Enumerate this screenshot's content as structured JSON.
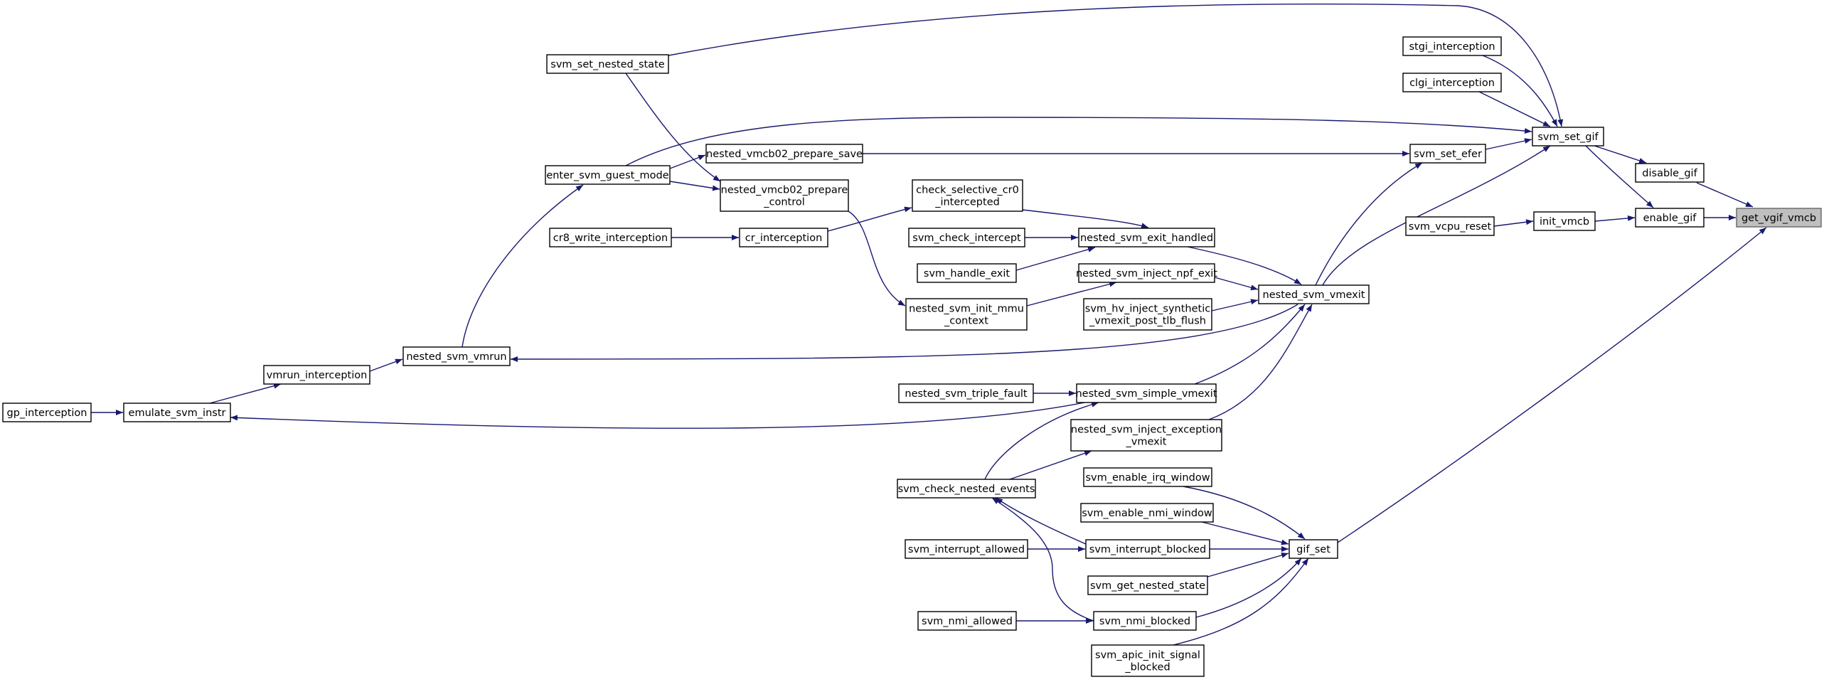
{
  "root": "get_vgif_vmcb",
  "nodes": [
    {
      "id": "get_vgif_vmcb",
      "lines": [
        "get_vgif_vmcb"
      ]
    },
    {
      "id": "disable_gif",
      "lines": [
        "disable_gif"
      ]
    },
    {
      "id": "enable_gif",
      "lines": [
        "enable_gif"
      ]
    },
    {
      "id": "gif_set",
      "lines": [
        "gif_set"
      ]
    },
    {
      "id": "svm_set_gif",
      "lines": [
        "svm_set_gif"
      ]
    },
    {
      "id": "init_vmcb",
      "lines": [
        "init_vmcb"
      ]
    },
    {
      "id": "svm_vcpu_reset",
      "lines": [
        "svm_vcpu_reset"
      ]
    },
    {
      "id": "stgi_interception",
      "lines": [
        "stgi_interception"
      ]
    },
    {
      "id": "clgi_interception",
      "lines": [
        "clgi_interception"
      ]
    },
    {
      "id": "svm_set_efer",
      "lines": [
        "svm_set_efer"
      ]
    },
    {
      "id": "svm_set_nested_state",
      "lines": [
        "svm_set_nested_state"
      ]
    },
    {
      "id": "enter_svm_guest_mode",
      "lines": [
        "enter_svm_guest_mode"
      ]
    },
    {
      "id": "nested_vmcb02_prepare_save",
      "lines": [
        "nested_vmcb02_prepare_save"
      ]
    },
    {
      "id": "nested_vmcb02_prepare_control",
      "lines": [
        "nested_vmcb02_prepare",
        "_control"
      ]
    },
    {
      "id": "nested_svm_vmexit",
      "lines": [
        "nested_svm_vmexit"
      ]
    },
    {
      "id": "nested_svm_exit_handled",
      "lines": [
        "nested_svm_exit_handled"
      ]
    },
    {
      "id": "nested_svm_inject_npf_exit",
      "lines": [
        "nested_svm_inject_npf_exit"
      ]
    },
    {
      "id": "svm_hv_inject_synthetic_vmexit_post_tlb_flush",
      "lines": [
        "svm_hv_inject_synthetic",
        "_vmexit_post_tlb_flush"
      ]
    },
    {
      "id": "nested_svm_simple_vmexit",
      "lines": [
        "nested_svm_simple_vmexit"
      ]
    },
    {
      "id": "nested_svm_inject_exception_vmexit",
      "lines": [
        "nested_svm_inject_exception",
        "_vmexit"
      ]
    },
    {
      "id": "check_selective_cr0_intercepted",
      "lines": [
        "check_selective_cr0",
        "_intercepted"
      ]
    },
    {
      "id": "svm_check_intercept",
      "lines": [
        "svm_check_intercept"
      ]
    },
    {
      "id": "svm_handle_exit",
      "lines": [
        "svm_handle_exit"
      ]
    },
    {
      "id": "nested_svm_init_mmu_context",
      "lines": [
        "nested_svm_init_mmu",
        "_context"
      ]
    },
    {
      "id": "cr_interception",
      "lines": [
        "cr_interception"
      ]
    },
    {
      "id": "cr8_write_interception",
      "lines": [
        "cr8_write_interception"
      ]
    },
    {
      "id": "nested_svm_vmrun",
      "lines": [
        "nested_svm_vmrun"
      ]
    },
    {
      "id": "vmrun_interception",
      "lines": [
        "vmrun_interception"
      ]
    },
    {
      "id": "emulate_svm_instr",
      "lines": [
        "emulate_svm_instr"
      ]
    },
    {
      "id": "gp_interception",
      "lines": [
        "gp_interception"
      ]
    },
    {
      "id": "nested_svm_triple_fault",
      "lines": [
        "nested_svm_triple_fault"
      ]
    },
    {
      "id": "svm_check_nested_events",
      "lines": [
        "svm_check_nested_events"
      ]
    },
    {
      "id": "svm_enable_irq_window",
      "lines": [
        "svm_enable_irq_window"
      ]
    },
    {
      "id": "svm_enable_nmi_window",
      "lines": [
        "svm_enable_nmi_window"
      ]
    },
    {
      "id": "svm_interrupt_blocked",
      "lines": [
        "svm_interrupt_blocked"
      ]
    },
    {
      "id": "svm_interrupt_allowed",
      "lines": [
        "svm_interrupt_allowed"
      ]
    },
    {
      "id": "svm_get_nested_state",
      "lines": [
        "svm_get_nested_state"
      ]
    },
    {
      "id": "svm_nmi_blocked",
      "lines": [
        "svm_nmi_blocked"
      ]
    },
    {
      "id": "svm_nmi_allowed",
      "lines": [
        "svm_nmi_allowed"
      ]
    },
    {
      "id": "svm_apic_init_signal_blocked",
      "lines": [
        "svm_apic_init_signal",
        "_blocked"
      ]
    }
  ],
  "edges": [
    {
      "from": "disable_gif",
      "to": "get_vgif_vmcb"
    },
    {
      "from": "enable_gif",
      "to": "get_vgif_vmcb"
    },
    {
      "from": "gif_set",
      "to": "get_vgif_vmcb"
    },
    {
      "from": "svm_set_gif",
      "to": "disable_gif"
    },
    {
      "from": "svm_set_gif",
      "to": "enable_gif"
    },
    {
      "from": "init_vmcb",
      "to": "enable_gif"
    },
    {
      "from": "svm_vcpu_reset",
      "to": "init_vmcb"
    },
    {
      "from": "svm_set_nested_state",
      "to": "svm_set_gif"
    },
    {
      "from": "stgi_interception",
      "to": "svm_set_gif"
    },
    {
      "from": "clgi_interception",
      "to": "svm_set_gif"
    },
    {
      "from": "enter_svm_guest_mode",
      "to": "svm_set_gif"
    },
    {
      "from": "svm_set_efer",
      "to": "svm_set_gif"
    },
    {
      "from": "nested_svm_vmexit",
      "to": "svm_set_gif"
    },
    {
      "from": "nested_vmcb02_prepare_save",
      "to": "svm_set_efer"
    },
    {
      "from": "nested_svm_vmexit",
      "to": "svm_set_efer"
    },
    {
      "from": "svm_set_nested_state",
      "to": "nested_vmcb02_prepare_control"
    },
    {
      "from": "enter_svm_guest_mode",
      "to": "nested_vmcb02_prepare_save"
    },
    {
      "from": "enter_svm_guest_mode",
      "to": "nested_vmcb02_prepare_control"
    },
    {
      "from": "nested_vmcb02_prepare_control",
      "to": "nested_svm_init_mmu_context"
    },
    {
      "from": "nested_svm_vmrun",
      "to": "enter_svm_guest_mode"
    },
    {
      "from": "nested_svm_exit_handled",
      "to": "nested_svm_vmexit"
    },
    {
      "from": "nested_svm_inject_npf_exit",
      "to": "nested_svm_vmexit"
    },
    {
      "from": "svm_hv_inject_synthetic_vmexit_post_tlb_flush",
      "to": "nested_svm_vmexit"
    },
    {
      "from": "nested_svm_simple_vmexit",
      "to": "nested_svm_vmexit"
    },
    {
      "from": "nested_svm_inject_exception_vmexit",
      "to": "nested_svm_vmexit"
    },
    {
      "from": "nested_svm_vmexit",
      "to": "nested_svm_vmrun"
    },
    {
      "from": "check_selective_cr0_intercepted",
      "to": "nested_svm_exit_handled"
    },
    {
      "from": "svm_check_intercept",
      "to": "nested_svm_exit_handled"
    },
    {
      "from": "svm_handle_exit",
      "to": "nested_svm_exit_handled"
    },
    {
      "from": "nested_svm_init_mmu_context",
      "to": "nested_svm_inject_npf_exit"
    },
    {
      "from": "cr_interception",
      "to": "check_selective_cr0_intercepted"
    },
    {
      "from": "cr8_write_interception",
      "to": "cr_interception"
    },
    {
      "from": "vmrun_interception",
      "to": "nested_svm_vmrun"
    },
    {
      "from": "emulate_svm_instr",
      "to": "vmrun_interception"
    },
    {
      "from": "gp_interception",
      "to": "emulate_svm_instr"
    },
    {
      "from": "nested_svm_simple_vmexit",
      "to": "emulate_svm_instr"
    },
    {
      "from": "nested_svm_triple_fault",
      "to": "nested_svm_simple_vmexit"
    },
    {
      "from": "svm_check_nested_events",
      "to": "nested_svm_simple_vmexit"
    },
    {
      "from": "svm_check_nested_events",
      "to": "nested_svm_inject_exception_vmexit"
    },
    {
      "from": "svm_enable_irq_window",
      "to": "gif_set"
    },
    {
      "from": "svm_enable_nmi_window",
      "to": "gif_set"
    },
    {
      "from": "svm_interrupt_blocked",
      "to": "gif_set"
    },
    {
      "from": "svm_get_nested_state",
      "to": "gif_set"
    },
    {
      "from": "svm_nmi_blocked",
      "to": "gif_set"
    },
    {
      "from": "svm_apic_init_signal_blocked",
      "to": "gif_set"
    },
    {
      "from": "svm_interrupt_blocked",
      "to": "svm_check_nested_events"
    },
    {
      "from": "svm_nmi_blocked",
      "to": "svm_check_nested_events"
    },
    {
      "from": "svm_interrupt_allowed",
      "to": "svm_interrupt_blocked"
    },
    {
      "from": "svm_nmi_allowed",
      "to": "svm_nmi_blocked"
    }
  ]
}
